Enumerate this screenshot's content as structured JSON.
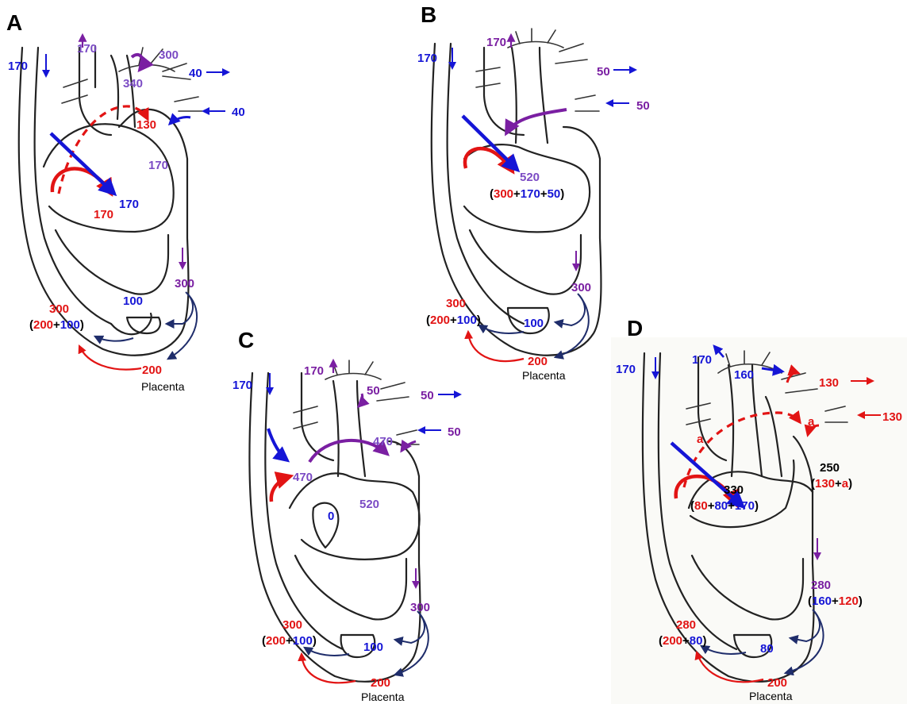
{
  "colors": {
    "blue": "#1515d6",
    "red": "#e21414",
    "purple": "#7a1fa2",
    "violet": "#7b4bc4",
    "navy": "#1f2d6b",
    "black": "#000000"
  },
  "placenta_label": "Placenta",
  "panels": {
    "A": {
      "letter": "A",
      "svc": "170",
      "ductus": "170",
      "aorta": "300",
      "aortic_arch": "340",
      "pulm_out": "40",
      "pulm_in": "40",
      "la": "130",
      "lv": "170",
      "ra_red": "170",
      "ra_blue": "170",
      "desc_aorta": "300",
      "umbilical": "100",
      "ivc_total": "300",
      "ivc_a": "200",
      "ivc_b": "100",
      "placenta": "200"
    },
    "B": {
      "letter": "B",
      "svc": "170",
      "ductus": "170",
      "pulm_out": "50",
      "pulm_in": "50",
      "common": "520",
      "sum_a": "300",
      "sum_b": "170",
      "sum_c": "50",
      "desc_aorta": "300",
      "umbilical": "100",
      "ivc_total": "300",
      "ivc_a": "200",
      "ivc_b": "100",
      "placenta": "200"
    },
    "C": {
      "letter": "C",
      "svc": "170",
      "ductus": "170",
      "arch": "50",
      "pulm_out": "50",
      "pulm_in": "50",
      "ra": "470",
      "la": "470",
      "rv": "0",
      "lv": "520",
      "desc_aorta": "300",
      "umbilical": "100",
      "ivc_total": "300",
      "ivc_a": "200",
      "ivc_b": "100",
      "placenta": "200"
    },
    "D": {
      "letter": "D",
      "svc": "170",
      "ductus": "170",
      "aorta": "160",
      "pulm_out": "130",
      "pulm_in": "130",
      "shunt_top": "a",
      "shunt_right": "a",
      "la_arrow": "a",
      "lv_total": "250",
      "lv_a": "130",
      "lv_b": "a",
      "rv_total": "330",
      "rv_a": "80",
      "rv_b": "80",
      "rv_c": "170",
      "desc_total": "280",
      "desc_a": "160",
      "desc_b": "120",
      "umbilical": "80",
      "ivc_total": "280",
      "ivc_a": "200",
      "ivc_b": "80",
      "placenta": "200"
    }
  }
}
